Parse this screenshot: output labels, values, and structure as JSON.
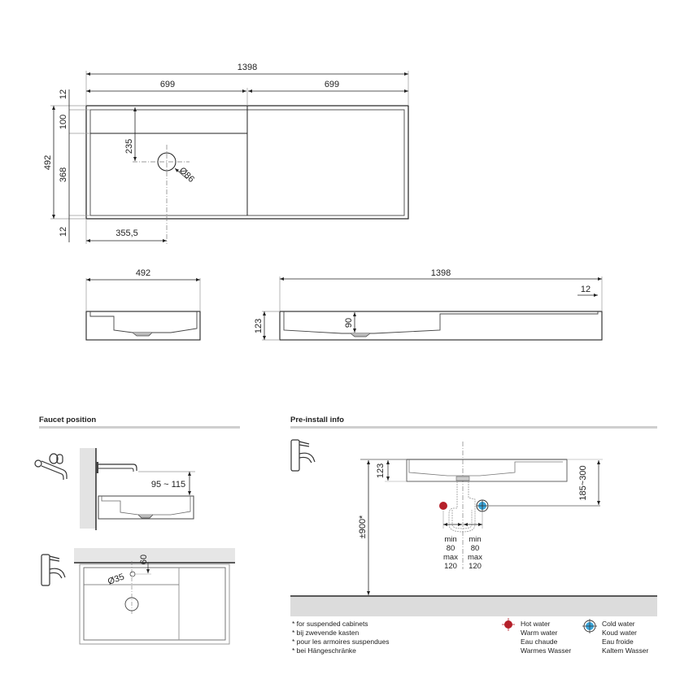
{
  "top_view": {
    "total_width": "1398",
    "half_left": "699",
    "half_right": "699",
    "rim_top": "12",
    "shelf_depth": "100",
    "total_depth": "492",
    "bowl_depth": "368",
    "rim_bottom": "12",
    "drain_from_shelf": "235",
    "drain_diameter": "Ø86",
    "drain_from_left": "355,5"
  },
  "side_view": {
    "depth": "492"
  },
  "front_view": {
    "width": "1398",
    "rim": "12",
    "height": "123",
    "bowl_height": "90"
  },
  "faucet_section": {
    "title": "Faucet position",
    "wall_spout_height": "95 ~ 115",
    "deck_hole_offset": "60",
    "deck_hole_diameter": "Ø35"
  },
  "preinstall_section": {
    "title": "Pre-install info",
    "basin_height": "123",
    "supply_height": "185~300",
    "mount_height": "±900*",
    "left_spacing": [
      "min",
      "80",
      "max",
      "120"
    ],
    "right_spacing": [
      "min",
      "80",
      "max",
      "120"
    ]
  },
  "footnotes": [
    "* for suspended cabinets",
    "* bij zwevende kasten",
    "* pour les armoires suspendues",
    "* bei Hängeschränke"
  ],
  "legend": {
    "hot": {
      "color": "#b5202a",
      "labels": [
        "Hot water",
        "Warm water",
        "Eau chaude",
        "Warmes Wasser"
      ]
    },
    "cold": {
      "color": "#3aa6dc",
      "labels": [
        "Cold water",
        "Koud water",
        "Eau froide",
        "Kaltem Wasser"
      ]
    }
  }
}
